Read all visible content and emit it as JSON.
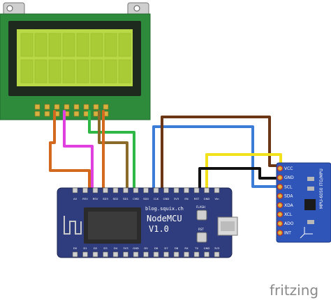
{
  "nodemcu": {
    "site_label": "blog.squix.ch",
    "name": "NodeMCU",
    "version": "V1.0",
    "top_pins": [
      "A0",
      "RSV",
      "RSV",
      "SD3",
      "SD2",
      "SD1",
      "CMD",
      "SD0",
      "CLK",
      "GND",
      "3V3",
      "EN",
      "RST",
      "GND",
      "Vin"
    ],
    "bottom_pins": [
      "D0",
      "D1",
      "D2",
      "D3",
      "D4",
      "3V3",
      "GND",
      "D5",
      "D6",
      "D7",
      "D8",
      "RX",
      "TX",
      "GND",
      "3V3"
    ],
    "button_flash": "FLASH",
    "button_rst": "RST"
  },
  "mpu": {
    "pins": [
      "VCC",
      "GND",
      "SCL",
      "SDA",
      "XDA",
      "XCL",
      "ADO",
      "INT"
    ],
    "model": "MPU-6050 ITG/MPU"
  },
  "watermark": "fritzing",
  "colors": {
    "lcd_board": "#2e8b3c",
    "lcd_screen": "#b9da46",
    "nodemcu_board": "#2f3d7e",
    "mpu_board": "#2f55b8",
    "wire_orange": "#d2691e",
    "wire_magenta": "#e040e0",
    "wire_green": "#2fb845",
    "wire_olive": "#8b6b2a",
    "wire_blue": "#3a7cd6",
    "wire_brown": "#6b3616",
    "wire_yellow": "#f2e21b",
    "wire_black": "#111111"
  }
}
